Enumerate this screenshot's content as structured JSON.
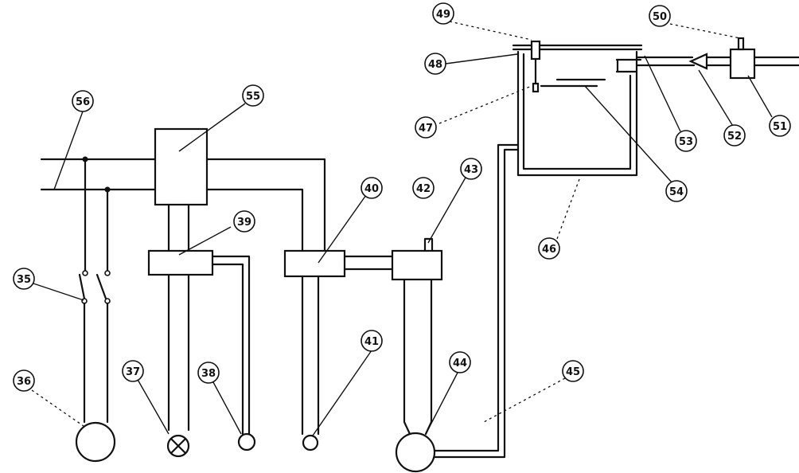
{
  "labels": {
    "l35": "35",
    "l36": "36",
    "l37": "37",
    "l38": "38",
    "l39": "39",
    "l40": "40",
    "l41": "41",
    "l42": "42",
    "l43": "43",
    "l44": "44",
    "l45": "45",
    "l46": "46",
    "l47": "47",
    "l48": "48",
    "l49": "49",
    "l50": "50",
    "l51": "51",
    "l52": "52",
    "l53": "53",
    "l54": "54",
    "l55": "55",
    "l56": "56"
  }
}
